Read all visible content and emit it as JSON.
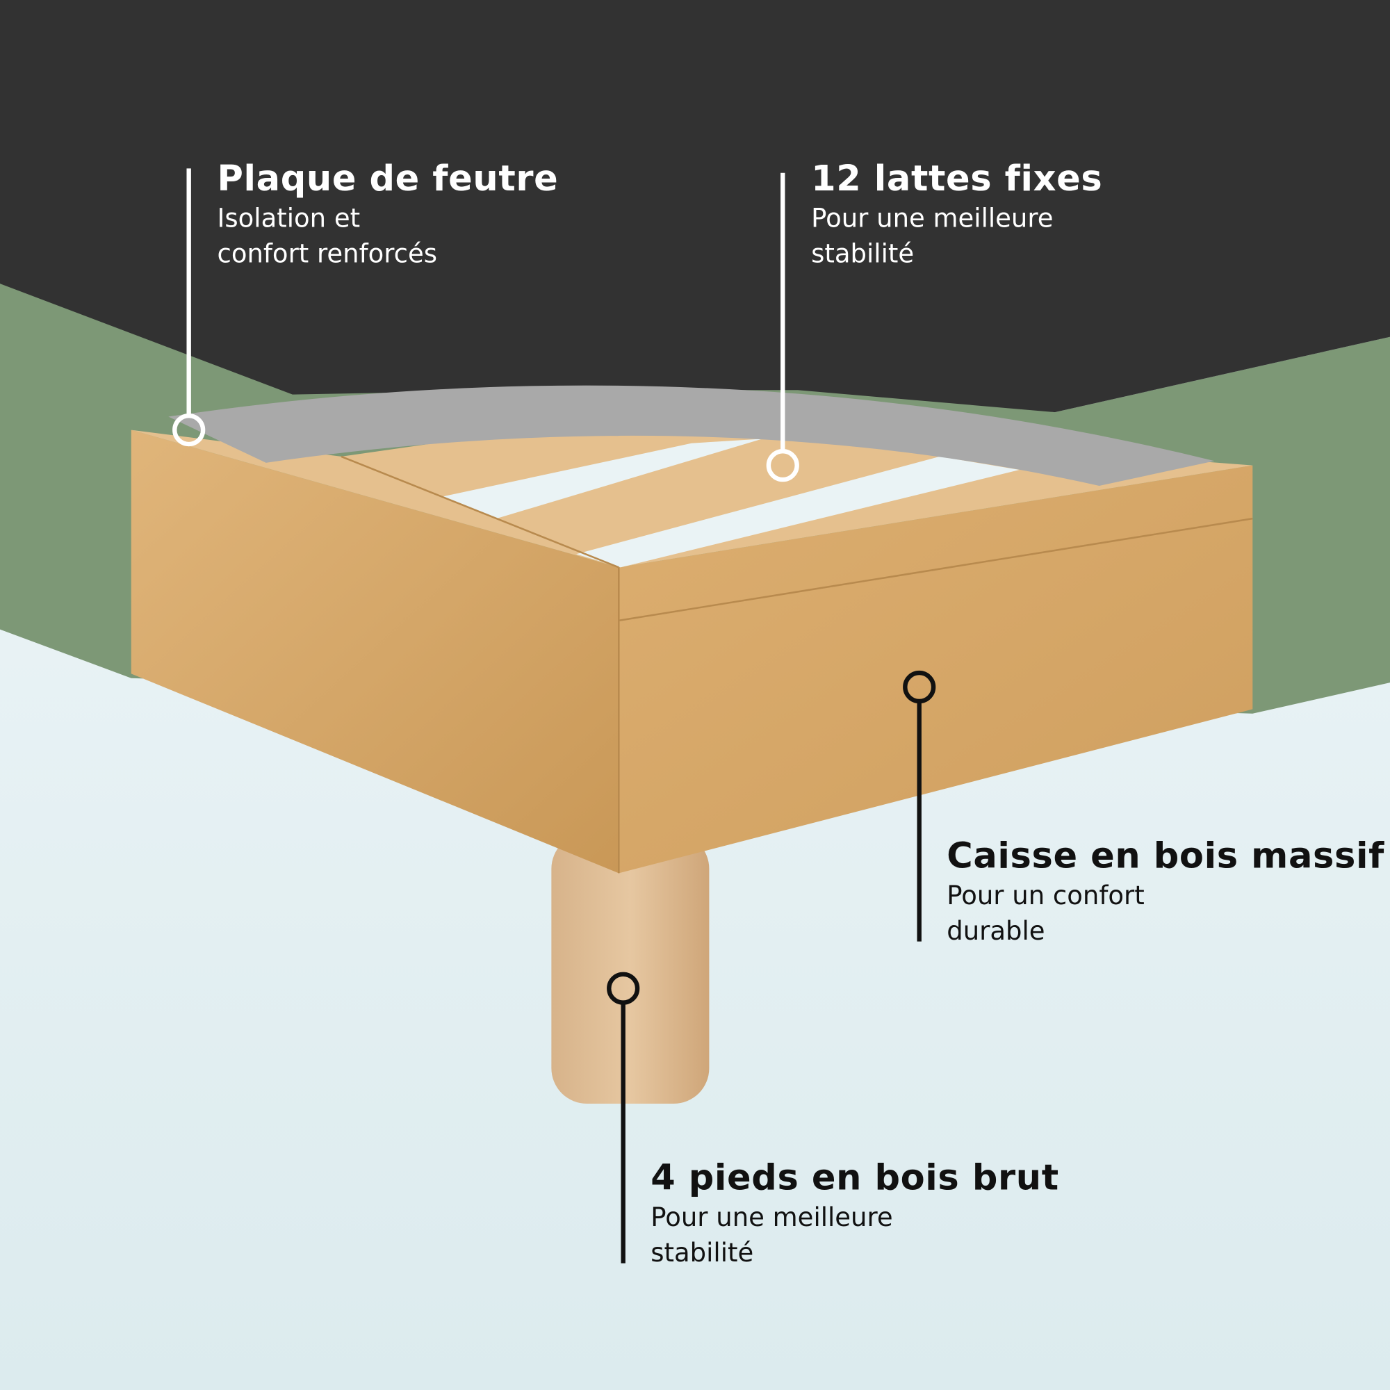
{
  "callouts": {
    "felt": {
      "title": "Plaque de feutre",
      "line1": "Isolation et",
      "line2": "confort renforcés"
    },
    "slats": {
      "title": "12 lattes fixes",
      "line1": "Pour une meilleure",
      "line2": "stabilité"
    },
    "frame": {
      "title": "Caisse en bois massif",
      "line1": "Pour un confort",
      "line2": "durable"
    },
    "legs": {
      "title": "4 pieds en bois brut",
      "line1": "Pour une meilleure",
      "line2": "stabilité"
    }
  },
  "colors": {
    "dark": "#323232",
    "green": "#7d9876",
    "wood": "#d9ab6e",
    "felt": "#a9a9a9",
    "background": "#eaf3f5"
  }
}
